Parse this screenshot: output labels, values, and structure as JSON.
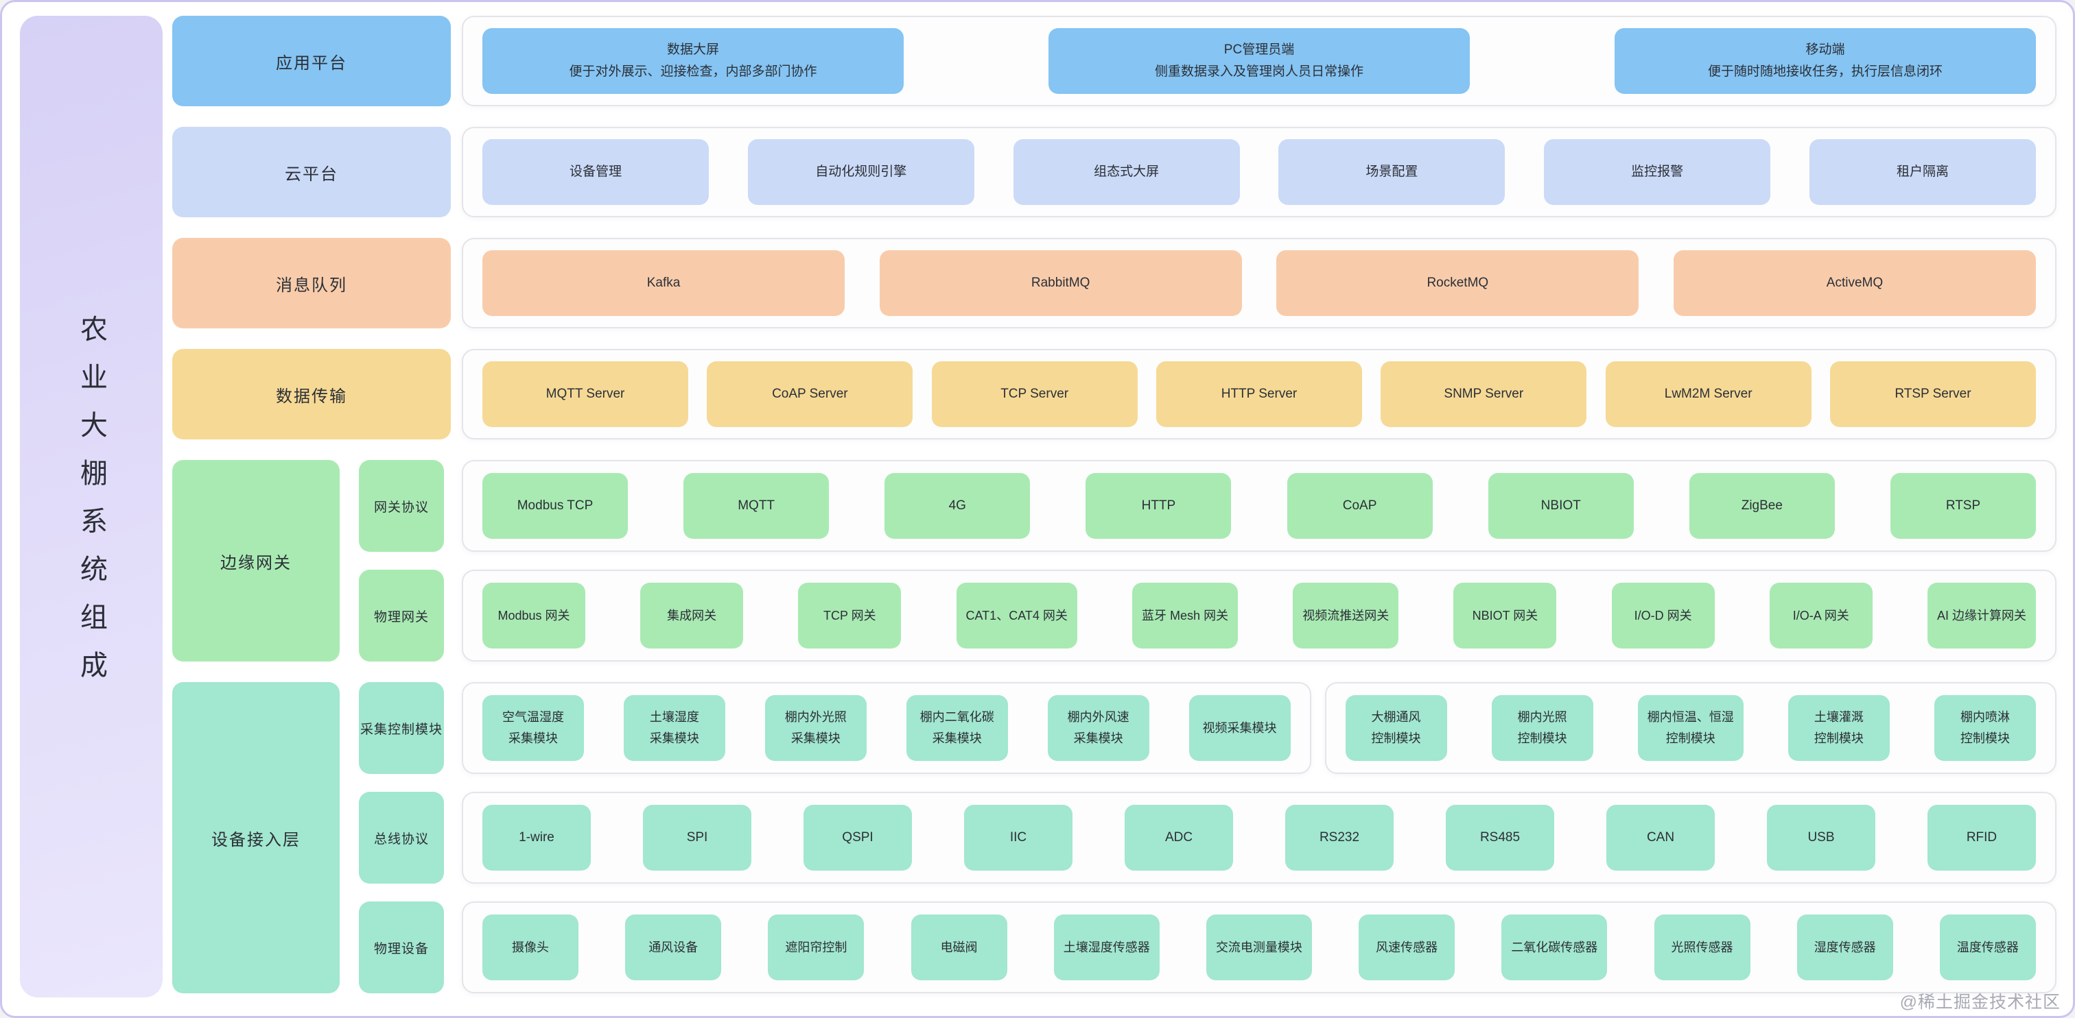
{
  "sidebar": {
    "title": "农业大棚系统组成"
  },
  "watermark": "@稀土掘金技术社区",
  "palette": {
    "blue": "#85C4F3",
    "periwinkle": "#CBDAF7",
    "salmon": "#F8CCAB",
    "amber": "#F6D995",
    "green": "#A9EAB3",
    "teal": "#A2E7CF"
  },
  "rows": [
    {
      "id": "app",
      "label": "应用平台",
      "theme": "blue",
      "subrows": [
        {
          "id": "app-main",
          "sublabel": null,
          "groups": [
            {
              "items": [
                {
                  "lines": [
                    "数据大屏",
                    "便于对外展示、迎接检查，内部多部门协作"
                  ]
                },
                {
                  "lines": [
                    "PC管理员端",
                    "侧重数据录入及管理岗人员日常操作"
                  ]
                },
                {
                  "lines": [
                    "移动端",
                    "便于随时随地接收任务，执行层信息闭环"
                  ]
                }
              ]
            }
          ]
        }
      ]
    },
    {
      "id": "cloud",
      "label": "云平台",
      "theme": "periwinkle",
      "subrows": [
        {
          "id": "cloud-main",
          "sublabel": null,
          "groups": [
            {
              "items": [
                {
                  "lines": [
                    "设备管理"
                  ]
                },
                {
                  "lines": [
                    "自动化规则引擎"
                  ]
                },
                {
                  "lines": [
                    "组态式大屏"
                  ]
                },
                {
                  "lines": [
                    "场景配置"
                  ]
                },
                {
                  "lines": [
                    "监控报警"
                  ]
                },
                {
                  "lines": [
                    "租户隔离"
                  ]
                }
              ]
            }
          ]
        }
      ]
    },
    {
      "id": "mq",
      "label": "消息队列",
      "theme": "salmon",
      "subrows": [
        {
          "id": "mq-main",
          "sublabel": null,
          "groups": [
            {
              "items": [
                {
                  "lines": [
                    "Kafka"
                  ]
                },
                {
                  "lines": [
                    "RabbitMQ"
                  ]
                },
                {
                  "lines": [
                    "RocketMQ"
                  ]
                },
                {
                  "lines": [
                    "ActiveMQ"
                  ]
                }
              ]
            }
          ]
        }
      ]
    },
    {
      "id": "dt",
      "label": "数据传输",
      "theme": "amber",
      "subrows": [
        {
          "id": "dt-main",
          "sublabel": null,
          "groups": [
            {
              "items": [
                {
                  "lines": [
                    "MQTT Server"
                  ]
                },
                {
                  "lines": [
                    "CoAP Server"
                  ]
                },
                {
                  "lines": [
                    "TCP Server"
                  ]
                },
                {
                  "lines": [
                    "HTTP Server"
                  ]
                },
                {
                  "lines": [
                    "SNMP Server"
                  ]
                },
                {
                  "lines": [
                    "LwM2M Server"
                  ]
                },
                {
                  "lines": [
                    "RTSP Server"
                  ]
                }
              ]
            }
          ]
        }
      ]
    },
    {
      "id": "edge",
      "label": "边缘网关",
      "theme": "green",
      "subrows": [
        {
          "id": "gwp",
          "sublabel": "网关协议",
          "groups": [
            {
              "items": [
                {
                  "lines": [
                    "Modbus TCP"
                  ]
                },
                {
                  "lines": [
                    "MQTT"
                  ]
                },
                {
                  "lines": [
                    "4G"
                  ]
                },
                {
                  "lines": [
                    "HTTP"
                  ]
                },
                {
                  "lines": [
                    "CoAP"
                  ]
                },
                {
                  "lines": [
                    "NBIOT"
                  ]
                },
                {
                  "lines": [
                    "ZigBee"
                  ]
                },
                {
                  "lines": [
                    "RTSP"
                  ]
                }
              ]
            }
          ]
        },
        {
          "id": "pgw",
          "sublabel": "物理网关",
          "groups": [
            {
              "items": [
                {
                  "lines": [
                    "Modbus 网关"
                  ]
                },
                {
                  "lines": [
                    "集成网关"
                  ]
                },
                {
                  "lines": [
                    "TCP 网关"
                  ]
                },
                {
                  "lines": [
                    "CAT1、CAT4 网关"
                  ]
                },
                {
                  "lines": [
                    "蓝牙 Mesh 网关"
                  ]
                },
                {
                  "lines": [
                    "视频流推送网关"
                  ]
                },
                {
                  "lines": [
                    "NBIOT 网关"
                  ]
                },
                {
                  "lines": [
                    "I/O-D 网关"
                  ]
                },
                {
                  "lines": [
                    "I/O-A 网关"
                  ]
                },
                {
                  "lines": [
                    "AI 边缘计算网关"
                  ]
                }
              ]
            }
          ]
        }
      ]
    },
    {
      "id": "dev",
      "label": "设备接入层",
      "theme": "teal",
      "subrows": [
        {
          "id": "ccm",
          "sublabel": "采集控制模块",
          "groups": [
            {
              "items": [
                {
                  "lines": [
                    "空气温湿度",
                    "采集模块"
                  ]
                },
                {
                  "lines": [
                    "土壤湿度",
                    "采集模块"
                  ]
                },
                {
                  "lines": [
                    "棚内外光照",
                    "采集模块"
                  ]
                },
                {
                  "lines": [
                    "棚内二氧化碳",
                    "采集模块"
                  ]
                },
                {
                  "lines": [
                    "棚内外风速",
                    "采集模块"
                  ]
                },
                {
                  "lines": [
                    "视频采集模块"
                  ]
                }
              ]
            },
            {
              "items": [
                {
                  "lines": [
                    "大棚通风",
                    "控制模块"
                  ]
                },
                {
                  "lines": [
                    "棚内光照",
                    "控制模块"
                  ]
                },
                {
                  "lines": [
                    "棚内恒温、恒湿",
                    "控制模块"
                  ]
                },
                {
                  "lines": [
                    "土壤灌溉",
                    "控制模块"
                  ]
                },
                {
                  "lines": [
                    "棚内喷淋",
                    "控制模块"
                  ]
                }
              ]
            }
          ]
        },
        {
          "id": "bus",
          "sublabel": "总线协议",
          "groups": [
            {
              "items": [
                {
                  "lines": [
                    "1-wire"
                  ]
                },
                {
                  "lines": [
                    "SPI"
                  ]
                },
                {
                  "lines": [
                    "QSPI"
                  ]
                },
                {
                  "lines": [
                    "IIC"
                  ]
                },
                {
                  "lines": [
                    "ADC"
                  ]
                },
                {
                  "lines": [
                    "RS232"
                  ]
                },
                {
                  "lines": [
                    "RS485"
                  ]
                },
                {
                  "lines": [
                    "CAN"
                  ]
                },
                {
                  "lines": [
                    "USB"
                  ]
                },
                {
                  "lines": [
                    "RFID"
                  ]
                }
              ]
            }
          ]
        },
        {
          "id": "pdev",
          "sublabel": "物理设备",
          "groups": [
            {
              "items": [
                {
                  "lines": [
                    "摄像头"
                  ]
                },
                {
                  "lines": [
                    "通风设备"
                  ]
                },
                {
                  "lines": [
                    "遮阳帘控制"
                  ]
                },
                {
                  "lines": [
                    "电磁阀"
                  ]
                },
                {
                  "lines": [
                    "土壤湿度传感器"
                  ]
                },
                {
                  "lines": [
                    "交流电测量模块"
                  ]
                },
                {
                  "lines": [
                    "风速传感器"
                  ]
                },
                {
                  "lines": [
                    "二氧化碳传感器"
                  ]
                },
                {
                  "lines": [
                    "光照传感器"
                  ]
                },
                {
                  "lines": [
                    "湿度传感器"
                  ]
                },
                {
                  "lines": [
                    "温度传感器"
                  ]
                }
              ]
            }
          ]
        }
      ]
    }
  ]
}
